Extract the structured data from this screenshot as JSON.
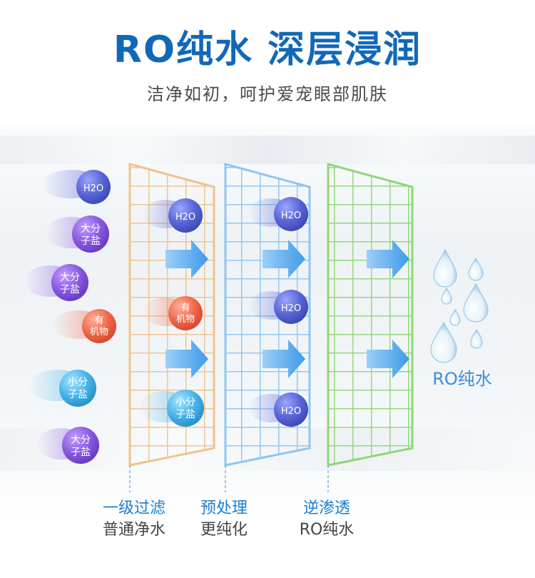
{
  "header": {
    "title": "RO纯水 深层浸润",
    "subtitle": "洁净如初，呵护爱宠眼部肌肤"
  },
  "colors": {
    "title": "#1268b8",
    "grid_stage1": "#f0c896",
    "grid_stage2": "#8cc4f0",
    "grid_stage3": "#8fd67a",
    "arrow": "#4aa3ee",
    "molecule_h2o": "#5a6ad8",
    "molecule_salt_large": "#8a5ae0",
    "molecule_organic": "#f06a4a",
    "molecule_salt_small": "#48b4e8"
  },
  "molecules": {
    "h2o": "H2O",
    "large_salt_line1": "大分",
    "large_salt_line2": "子盐",
    "organic_line1": "有",
    "organic_line2": "机物",
    "small_salt_line1": "小分",
    "small_salt_line2": "子盐"
  },
  "stages": [
    {
      "name": "一级过滤",
      "result": "普通净水"
    },
    {
      "name": "预处理",
      "result": "更纯化"
    },
    {
      "name": "逆渗透",
      "result": "RO纯水"
    }
  ],
  "output_label": "RO纯水"
}
